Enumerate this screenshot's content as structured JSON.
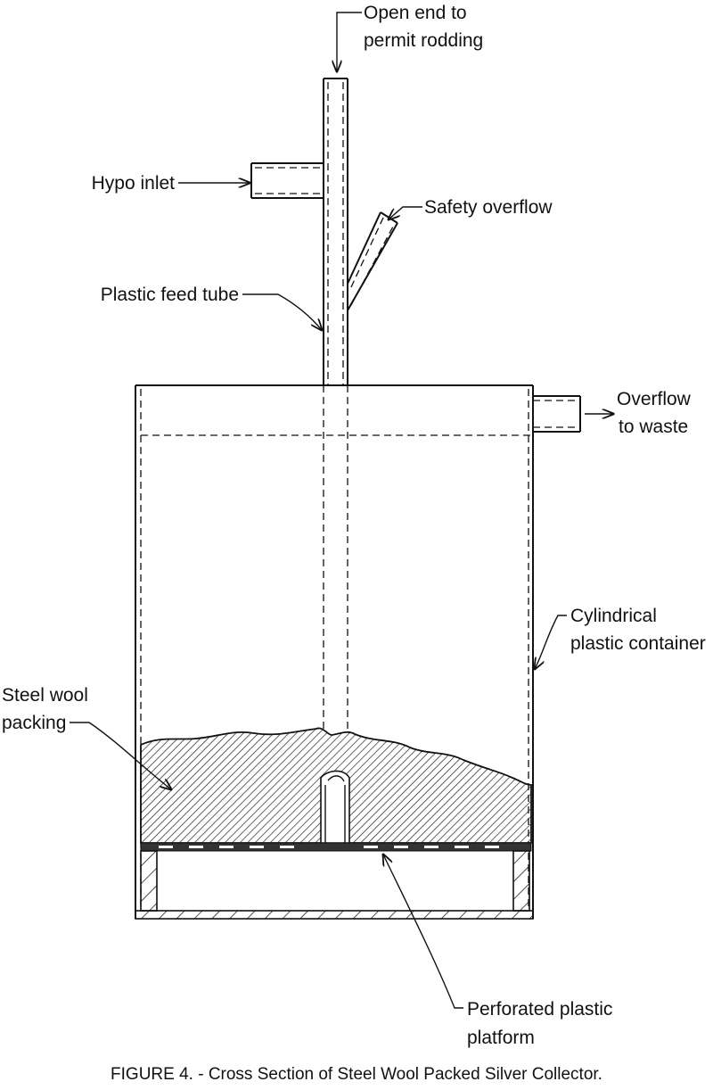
{
  "labels": {
    "open_end_line1": "Open end to",
    "open_end_line2": "permit rodding",
    "hypo_inlet": "Hypo inlet",
    "safety_overflow": "Safety overflow",
    "feed_tube": "Plastic feed tube",
    "overflow_line1": "Overflow",
    "overflow_line2": "to waste",
    "container_line1": "Cylindrical",
    "container_line2": "plastic container",
    "packing_line1": "Steel wool",
    "packing_line2": "packing",
    "platform_line1": "Perforated plastic",
    "platform_line2": "platform"
  },
  "caption": "FIGURE 4. - Cross Section of Steel Wool Packed Silver Collector."
}
